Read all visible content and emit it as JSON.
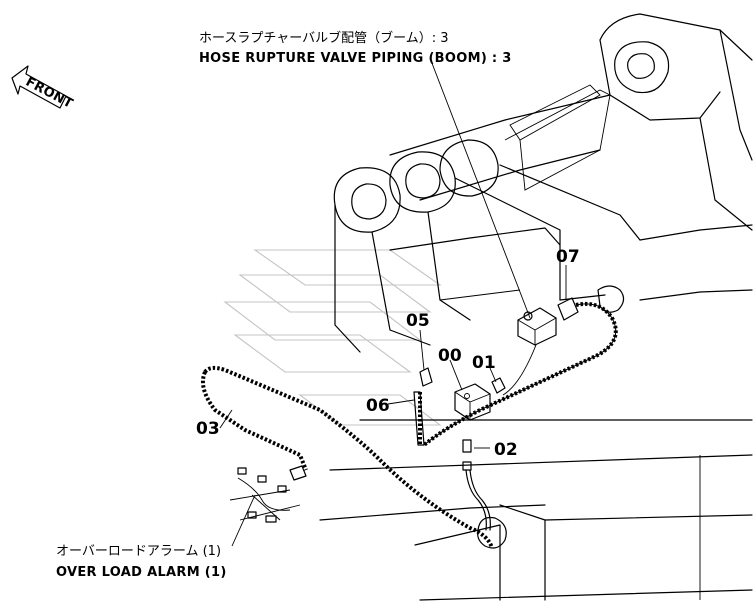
{
  "front_arrow": {
    "text": "FRONT"
  },
  "callouts": {
    "hose_rupture": {
      "jp": "ホースラプチャーバルブ配管（ブーム）: 3",
      "en": "HOSE RUPTURE VALVE PIPING (BOOM) : 3"
    },
    "overload": {
      "jp": "オーバーロードアラーム (1)",
      "en": "OVER LOAD ALARM (1)"
    }
  },
  "parts": [
    {
      "id": "part-00",
      "label": "00"
    },
    {
      "id": "part-01",
      "label": "01"
    },
    {
      "id": "part-02",
      "label": "02"
    },
    {
      "id": "part-03",
      "label": "03"
    },
    {
      "id": "part-05",
      "label": "05"
    },
    {
      "id": "part-06",
      "label": "06"
    },
    {
      "id": "part-07",
      "label": "07"
    }
  ]
}
